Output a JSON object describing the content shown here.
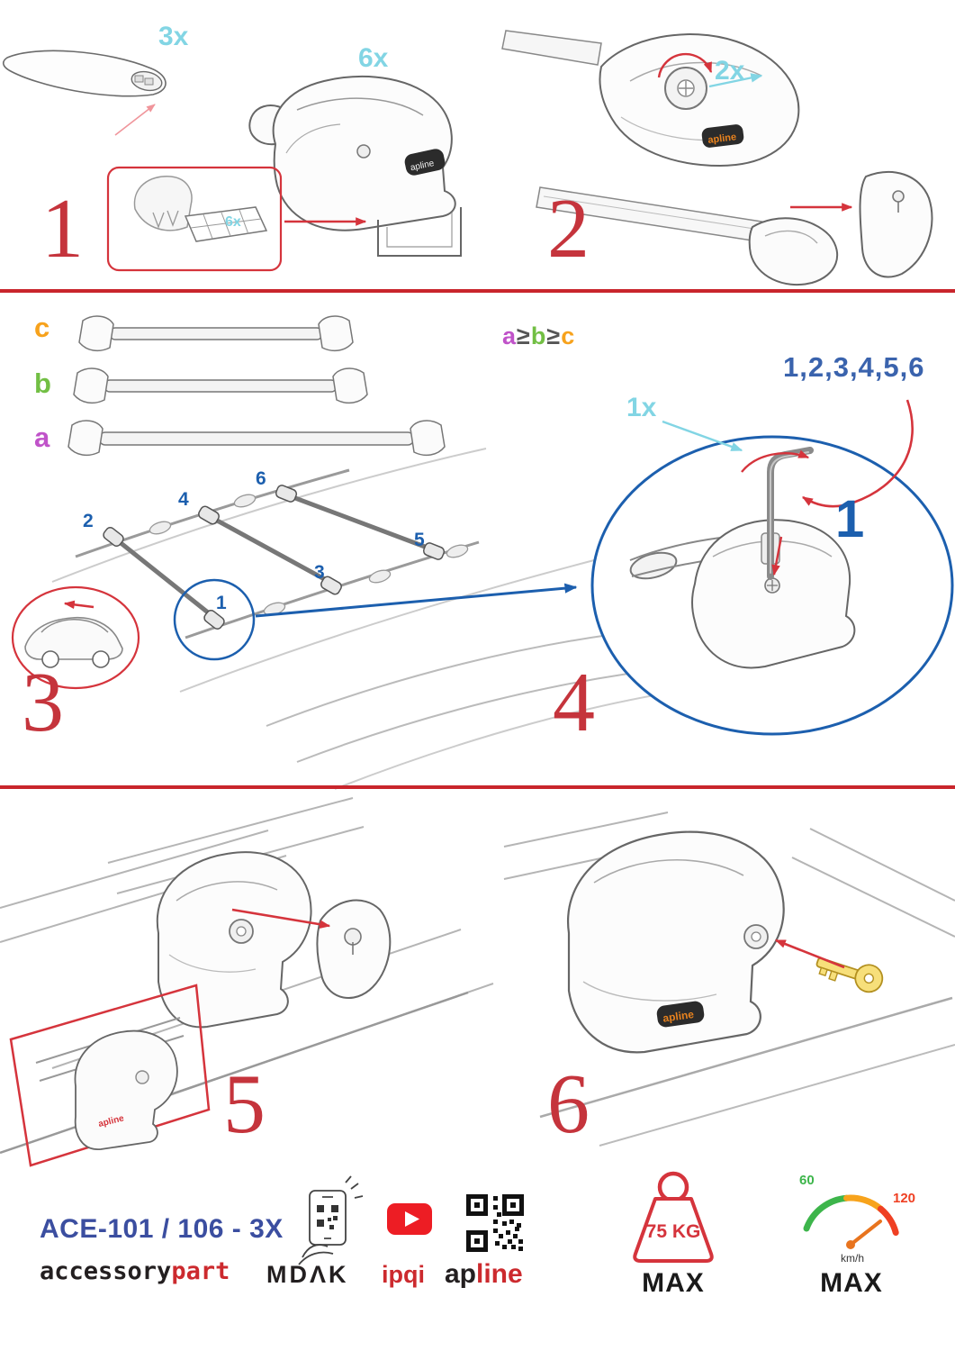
{
  "colors": {
    "accent_red": "#c9252c",
    "qty_cyan": "#82d5e4",
    "accent_blue": "#1c5fae",
    "label_a": "#c053c9",
    "label_b": "#72bf44",
    "label_c": "#f7a21c",
    "brand_red": "#cc2a2e",
    "model_blue": "#3b4ea0",
    "gauge_green": "#3db54b",
    "gauge_red": "#ef4023"
  },
  "step1": {
    "number": "1",
    "bar_qty": "3x",
    "foot_qty": "6x",
    "pad_qty": "6x"
  },
  "step2": {
    "number": "2",
    "knob_qty": "2x"
  },
  "step3": {
    "number": "3",
    "size_a": "a",
    "size_b": "b",
    "size_c": "c",
    "cmp": {
      "a": "a",
      "ge1": "≥",
      "b": "b",
      "ge2": "≥",
      "c": "c"
    },
    "positions": [
      "1",
      "2",
      "3",
      "4",
      "5",
      "6"
    ]
  },
  "step4": {
    "number": "4",
    "key_qty": "1x",
    "sequence": "1,2,3,4,5,6",
    "first": "1"
  },
  "step5": {
    "number": "5"
  },
  "step6": {
    "number": "6"
  },
  "branding": {
    "foot_logo": "apline",
    "model": "ACE-101 / 106 - 3X",
    "accessory": "accessory",
    "part": "part",
    "mdak": "MDΛK",
    "ipqi": "ipqi",
    "ap": "ap",
    "line": "line"
  },
  "limits": {
    "weight": "75 KG",
    "weight_max": "MAX",
    "speed_low": "60",
    "speed_high": "120",
    "speed_unit": "km/h",
    "speed_max": "MAX"
  }
}
